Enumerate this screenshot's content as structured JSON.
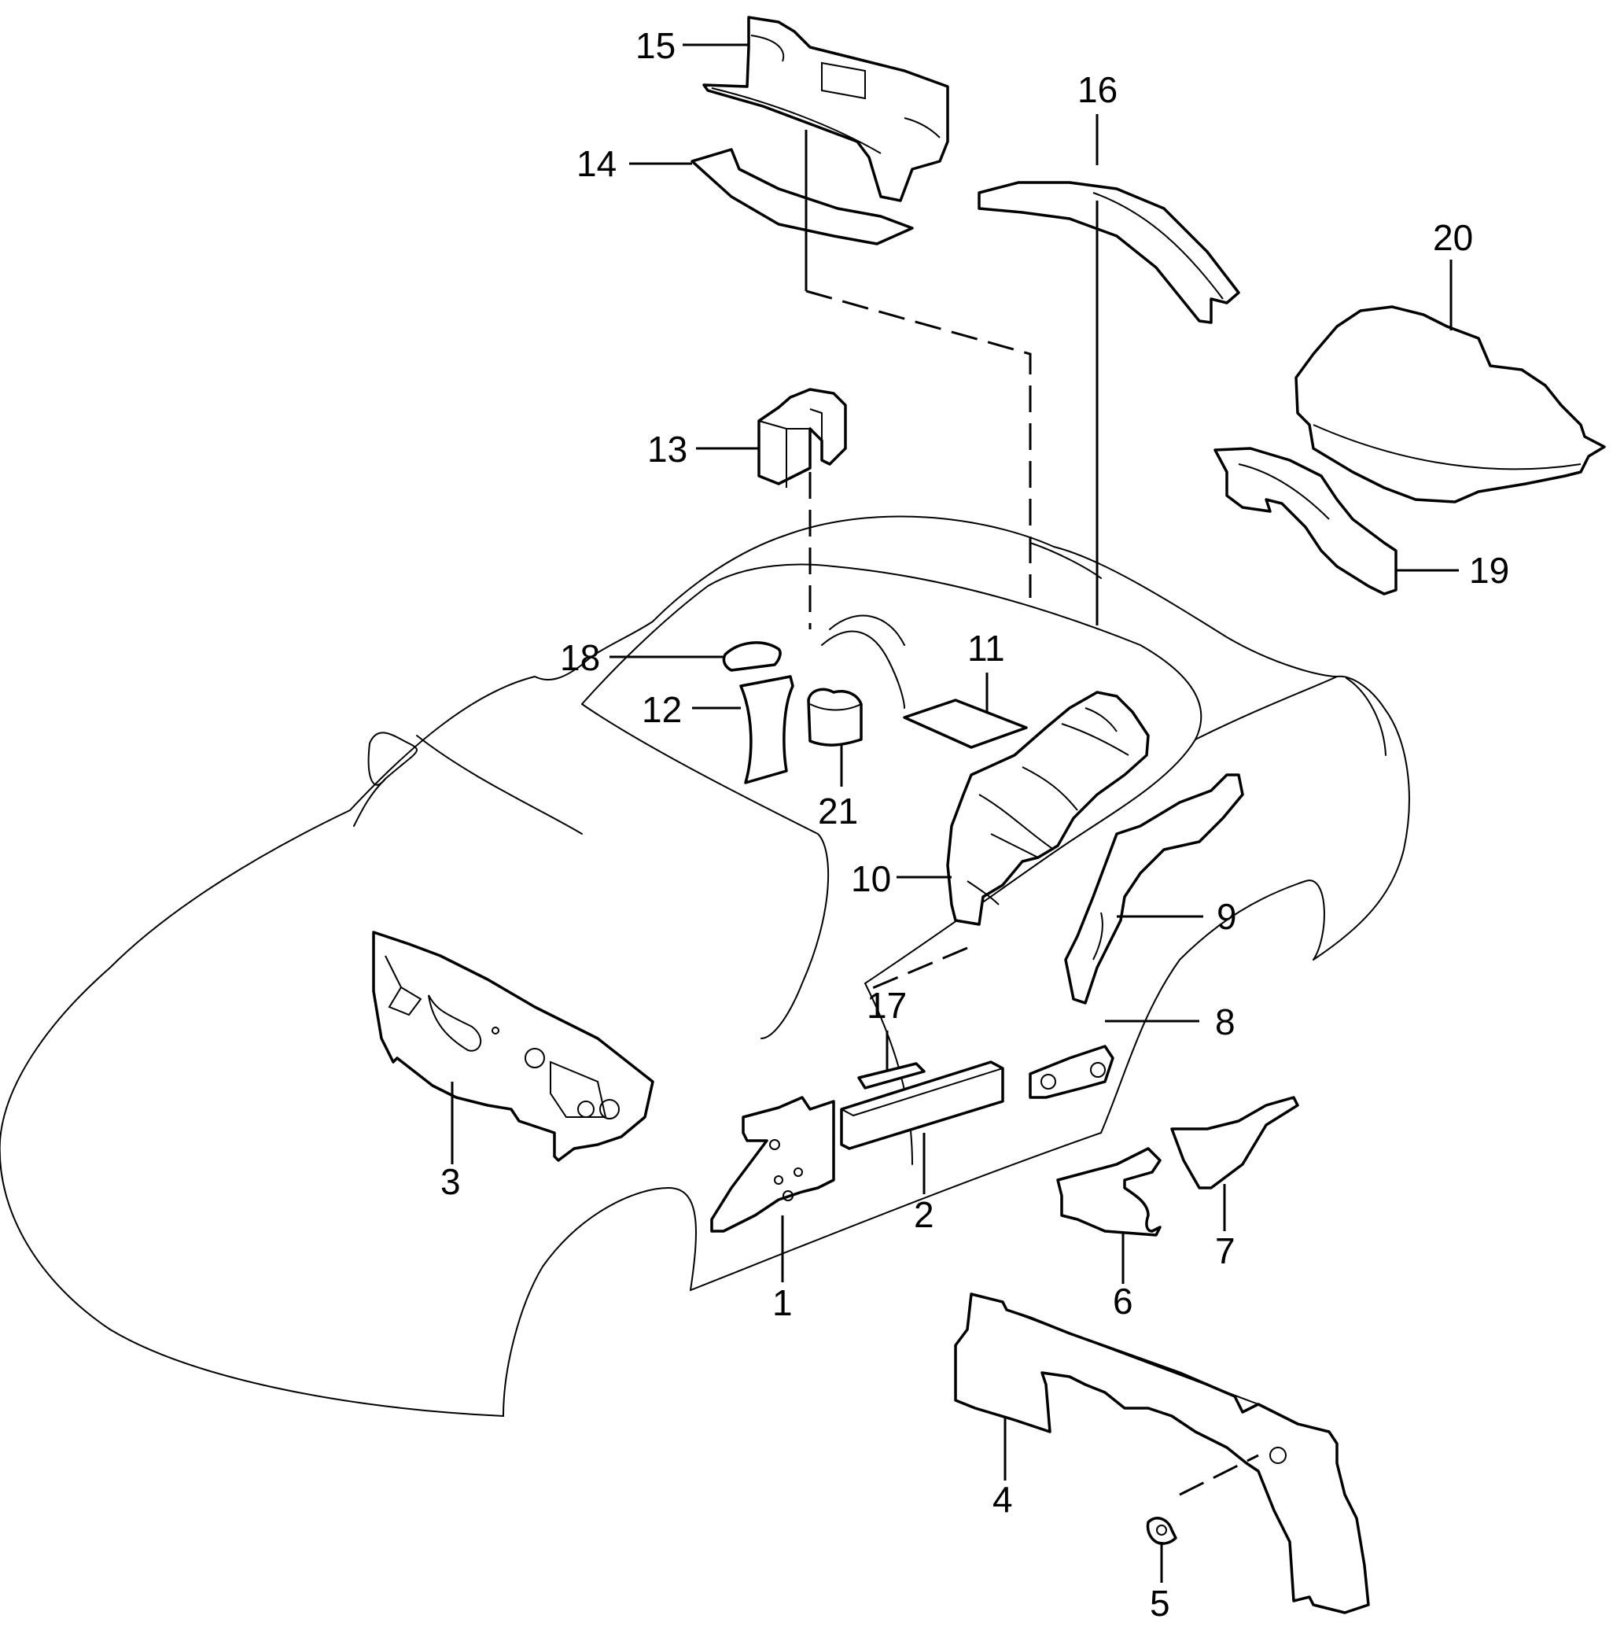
{
  "callouts": {
    "c1": "1",
    "c2": "2",
    "c3": "3",
    "c4": "4",
    "c5": "5",
    "c6": "6",
    "c7": "7",
    "c8": "8",
    "c9": "9",
    "c10": "10",
    "c11": "11",
    "c12": "12",
    "c13": "13",
    "c14": "14",
    "c15": "15",
    "c16": "16",
    "c17": "17",
    "c18": "18",
    "c19": "19",
    "c20": "20",
    "c21": "21"
  },
  "colors": {
    "ink": "#000000",
    "background": "#ffffff"
  }
}
